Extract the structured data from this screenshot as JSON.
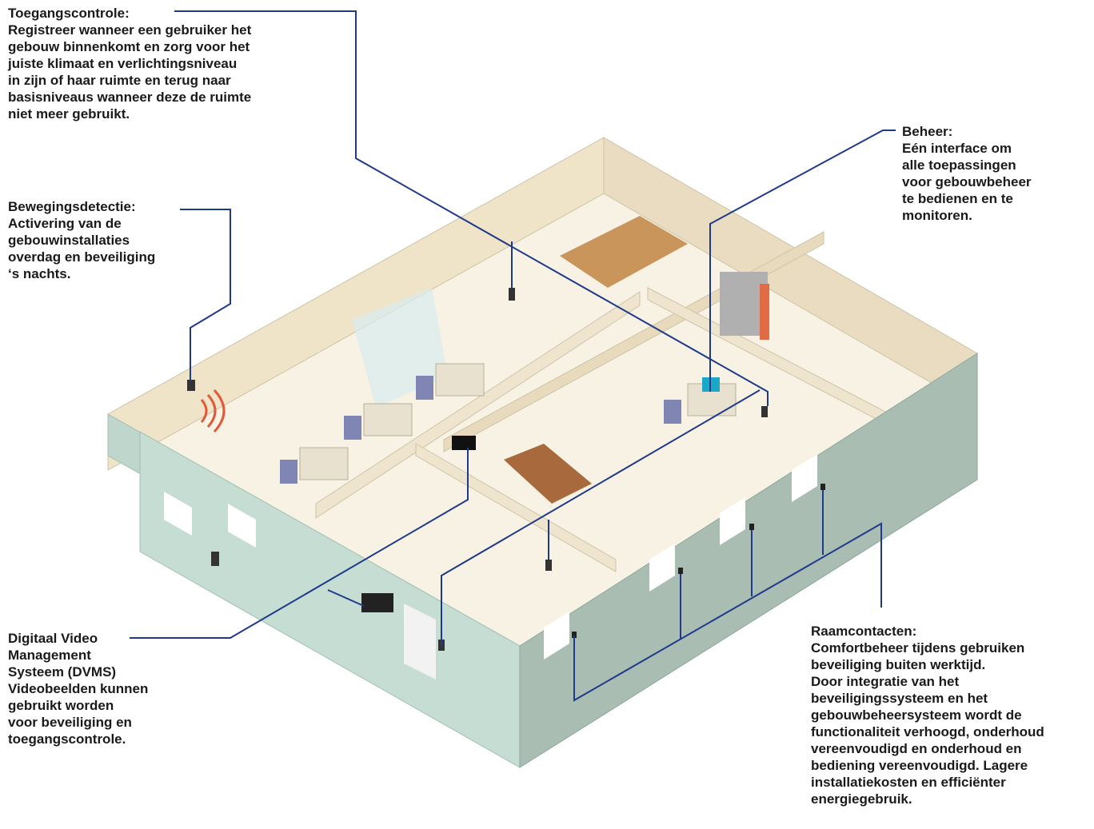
{
  "colors": {
    "leader_line": "#1f3a8a",
    "floor": "#f7f2e4",
    "wall_inner": "#efe5cf",
    "wall_outer": "#bfd6cc",
    "alarm_wave": "#e05a3a"
  },
  "callouts": {
    "toegangscontrole": {
      "title": "Toegangscontrole:",
      "body": "Registreer wanneer een gebruiker het\ngebouw binnenkomt en zorg voor het\njuiste klimaat en verlichtingsniveau\nin zijn of haar ruimte en terug naar\nbasisniveaus wanneer deze de ruimte\nniet meer gebruikt."
    },
    "bewegingsdetectie": {
      "title": "Bewegingsdetectie:",
      "body": "Activering van de\ngebouwinstallaties\noverdag en beveiliging\n‘s nachts."
    },
    "beheer": {
      "title": "Beheer:",
      "body": "Eén interface om\nalle toepassingen\nvoor gebouwbeheer\nte bedienen en te\nmonitoren."
    },
    "dvms": {
      "title": "Digitaal Video\nManagement\nSysteem (DVMS)",
      "body": "Videobeelden kunnen\ngebruikt worden\nvoor beveiliging en\ntoegangscontrole."
    },
    "raamcontacten": {
      "title": "Raamcontacten:",
      "body": "Comfortbeheer tijdens gebruiken\nbeveiliging buiten werktijd.\nDoor integratie van het\nbeveiligingssysteem en het\ngebouwbeheersysteem wordt de\nfunctionaliteit verhoogd, onderhoud\nvereenvoudigd en onderhoud en\nbediening vereenvoudigd. Lagere\ninstallatiekosten en efficiënter\nenergiegebruik."
    }
  }
}
